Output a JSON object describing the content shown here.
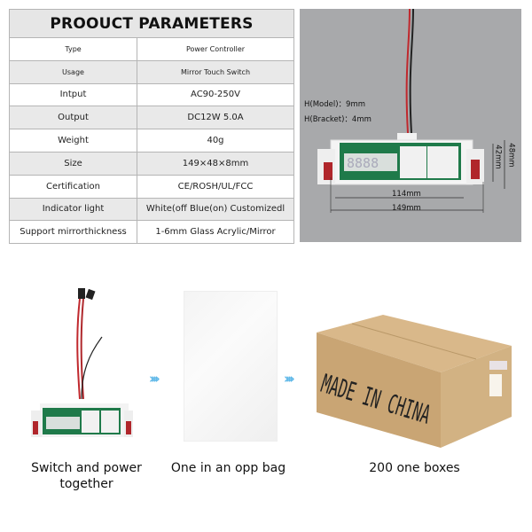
{
  "table": {
    "title": "PROOUCT PARAMETERS",
    "rows": [
      {
        "label": "Type",
        "value": "Power Controller"
      },
      {
        "label": "Usage",
        "value": "Mirror Touch Switch"
      },
      {
        "label": "Intput",
        "value": "AC90-250V"
      },
      {
        "label": "Output",
        "value": "DC12W 5.0A"
      },
      {
        "label": "Weight",
        "value": "40g"
      },
      {
        "label": "Size",
        "value": "149×48×8mm"
      },
      {
        "label": "Certification",
        "value": "CE/ROSH/UL/FCC"
      },
      {
        "label": "Indicator light",
        "value": "White(off Blue(on) Customizedl"
      },
      {
        "label": "Support mirrorthickness",
        "value": "1-6mm Glass Acrylic/Mirror"
      }
    ]
  },
  "dimensions": {
    "h_model": "H(Model)：9mm",
    "h_bracket": "H(Bracket)：4mm",
    "inner_width": "114mm",
    "outer_width": "149mm",
    "inner_height": "42mm",
    "outer_height": "48mm"
  },
  "box_print": "MADE IN CHINA",
  "steps": [
    {
      "caption": "Switch and power together"
    },
    {
      "caption": "One in an opp bag"
    },
    {
      "caption": "200 one boxes"
    }
  ],
  "colors": {
    "arrow": "#5fb8e8",
    "pcb": "#1f7a4a",
    "photo_bg": "#a8a9ab",
    "box": "#c9a574"
  }
}
